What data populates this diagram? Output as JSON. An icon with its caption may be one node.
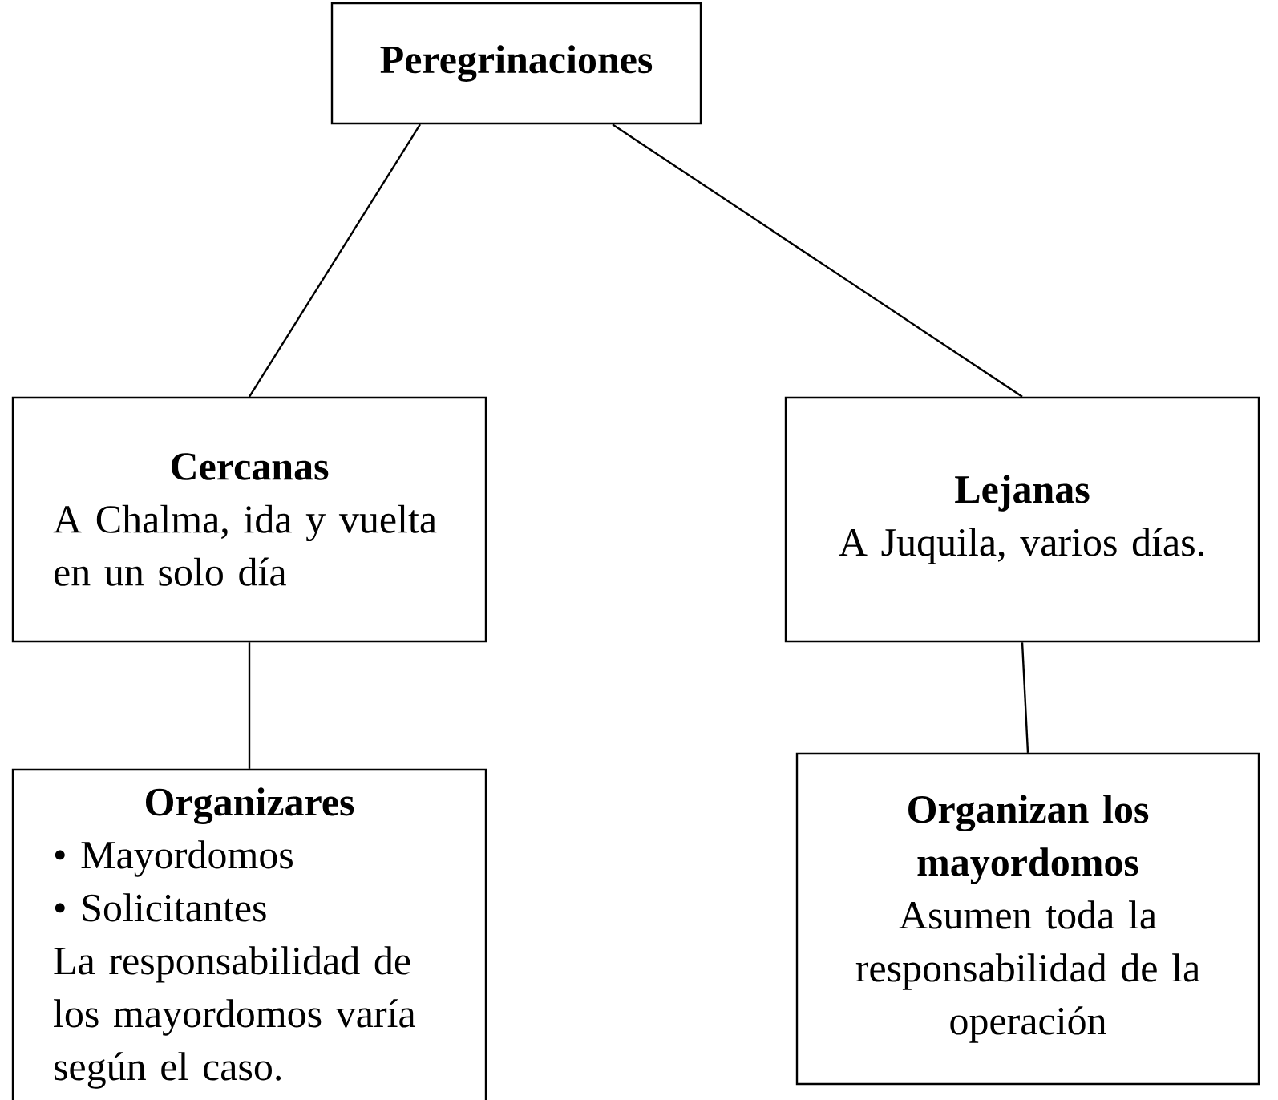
{
  "diagram": {
    "nodes": [
      {
        "text": [
          "Peregrinaciones"
        ]
      },
      {
        "text": [
          "Cercanas",
          "A Chalma, ida y vuelta en un solo día"
        ]
      },
      {
        "text": [
          "Lejanas",
          "A Juquila, varios días."
        ]
      },
      {
        "text": [
          "Organizares",
          "• Mayordomos",
          "• Solicitantes",
          "La responsabilidad de los mayordomos varía según el caso."
        ]
      },
      {
        "text": [
          "Organizan los mayordomos",
          "Asumen toda la responsabilidad de la operación"
        ]
      }
    ],
    "edges": [
      {
        "from": 0,
        "to": 1,
        "arrow": "none"
      },
      {
        "from": 0,
        "to": 2,
        "arrow": "none"
      },
      {
        "from": 1,
        "to": 3,
        "arrow": "none"
      },
      {
        "from": 2,
        "to": 4,
        "arrow": "none"
      }
    ]
  }
}
